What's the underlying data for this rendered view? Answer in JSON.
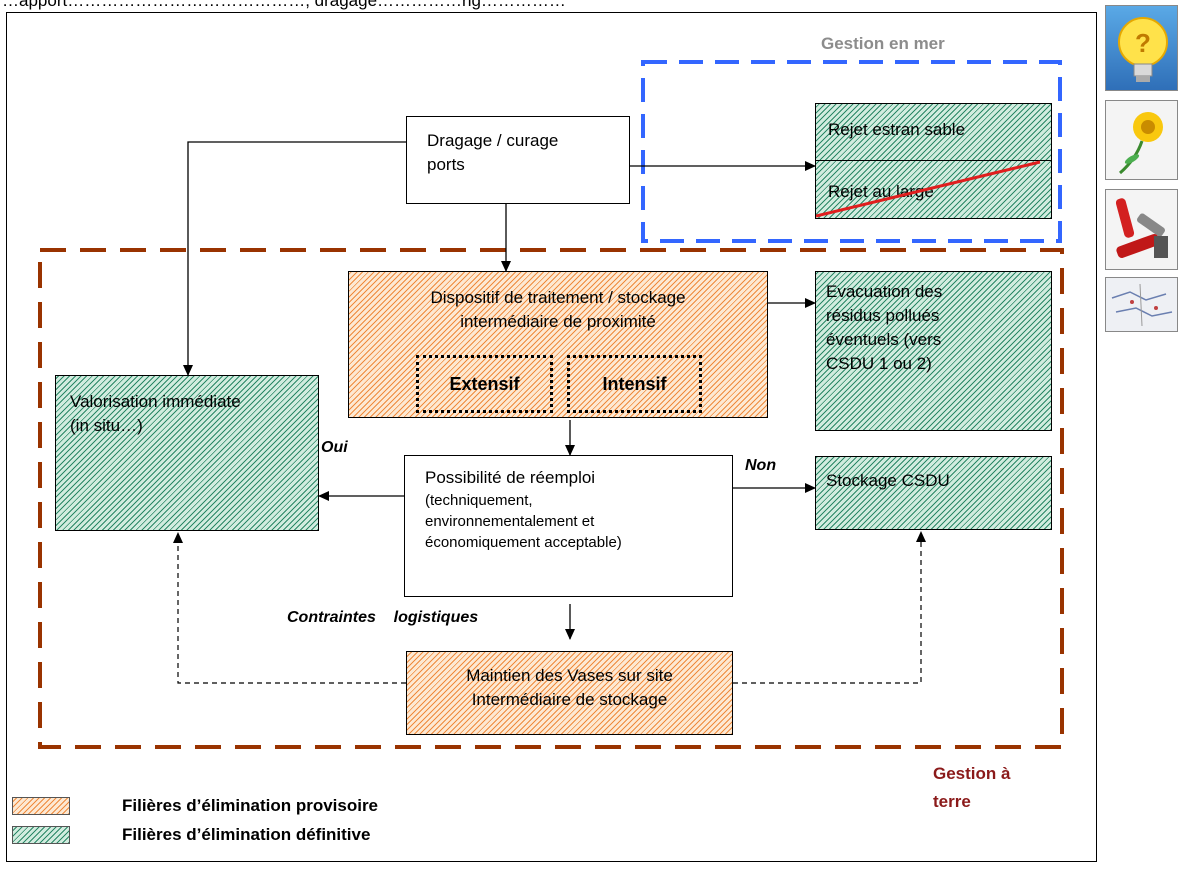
{
  "header_text": "…apport……………………………………, dragage……………rig……………",
  "zones": {
    "sea_title": "Gestion en mer",
    "land_title_line1": "Gestion à",
    "land_title_line2": "terre"
  },
  "nodes": {
    "dredging_line1": "Dragage / curage",
    "dredging_line2": "ports",
    "beach_release": "Rejet estran sable",
    "offshore_release": "Rejet au large",
    "treatment_line1": "Dispositif de traitement  / stockage",
    "treatment_line2": "intermédiaire de proximité",
    "extensive": "Extensif",
    "intensive": "Intensif",
    "evacuation_line1": "Evacuation des",
    "evacuation_line2": "résidus pollués",
    "evacuation_line3": "éventuels (vers",
    "evacuation_line4": "CSDU 1 ou 2)",
    "valorisation_line1": "Valorisation immédiate",
    "valorisation_line2": "(in situ…)",
    "reuse_line1": "Possibilité de réemploi",
    "reuse_line2": "(techniquement,",
    "reuse_line3": "environnementalement et",
    "reuse_line4": "économiquement acceptable)",
    "csdu_storage": "Stockage CSDU",
    "maintain_line1": "Maintien des  Vases sur site",
    "maintain_line2": "Intermédiaire de stockage"
  },
  "edge_labels": {
    "yes": "Oui",
    "no": "Non",
    "constraints": "Contraintes    logistiques"
  },
  "legend": {
    "provisional": "Filières d’élimination provisoire",
    "definitive": "Filières d’élimination définitive"
  },
  "colors": {
    "sea_border": "#3366ff",
    "land_border": "#993300",
    "cross_line": "#e01e1e"
  },
  "sidebar_icons": [
    "lightbulb-question-icon",
    "sunflower-icon",
    "tools-icon",
    "map-thumbnail-icon"
  ]
}
